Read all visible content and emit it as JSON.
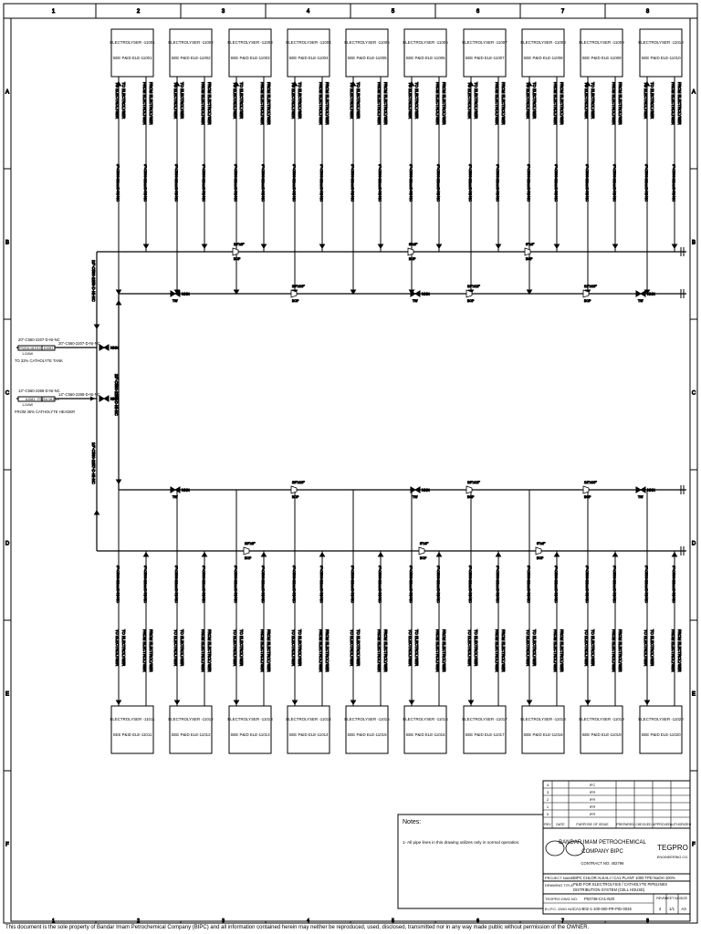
{
  "colors": {
    "line": "#000000",
    "paper": "#ffffff"
  },
  "border": {
    "columns": [
      "1",
      "2",
      "3",
      "4",
      "5",
      "6",
      "7",
      "8"
    ],
    "rows": [
      "A",
      "B",
      "C",
      "D",
      "E",
      "F"
    ]
  },
  "electrolysers_top": [
    {
      "tag": "ELECTROLYSER -11001",
      "ref": "SEE P&ID ELE-11001"
    },
    {
      "tag": "ELECTROLYSER -11002",
      "ref": "SEE P&ID ELE-11002"
    },
    {
      "tag": "ELECTROLYSER -11003",
      "ref": "SEE P&ID ELE-11003"
    },
    {
      "tag": "ELECTROLYSER -11004",
      "ref": "SEE P&ID ELE-11004"
    },
    {
      "tag": "ELECTROLYSER -11005",
      "ref": "SEE P&ID ELE-11005"
    },
    {
      "tag": "ELECTROLYSER -11006",
      "ref": "SEE P&ID ELE-11006"
    },
    {
      "tag": "ELECTROLYSER -11007",
      "ref": "SEE P&ID ELE-11007"
    },
    {
      "tag": "ELECTROLYSER -11008",
      "ref": "SEE P&ID ELE-11008"
    },
    {
      "tag": "ELECTROLYSER -11009",
      "ref": "SEE P&ID ELE-11009"
    },
    {
      "tag": "ELECTROLYSER -11010",
      "ref": "SEE P&ID ELE-11010"
    }
  ],
  "electrolysers_bottom": [
    {
      "tag": "ELECTROLYSER -11011",
      "ref": "SEE P&ID ELE-11011"
    },
    {
      "tag": "ELECTROLYSER -11012",
      "ref": "SEE P&ID ELE-11012"
    },
    {
      "tag": "ELECTROLYSER -11013",
      "ref": "SEE P&ID ELE-11013"
    },
    {
      "tag": "ELECTROLYSER -11014",
      "ref": "SEE P&ID ELE-11014"
    },
    {
      "tag": "ELECTROLYSER -11015",
      "ref": "SEE P&ID ELE-11015"
    },
    {
      "tag": "ELECTROLYSER -11016",
      "ref": "SEE P&ID ELE-11016"
    },
    {
      "tag": "ELECTROLYSER -11017",
      "ref": "SEE P&ID ELE-11017"
    },
    {
      "tag": "ELECTROLYSER -11018",
      "ref": "SEE P&ID ELE-11018"
    },
    {
      "tag": "ELECTROLYSER -11019",
      "ref": "SEE P&ID ELE-11019"
    },
    {
      "tag": "ELECTROLYSER -11020",
      "ref": "SEE P&ID ELE-11020"
    }
  ],
  "drop_labels": {
    "to": "TO ELECTROLYSER",
    "from": "FROM ELECTROLYSER",
    "to_tag": "3\"-C560-22xx-D-NI-NC",
    "from_tag": "6\"-C560-22xx-D-NI-NC"
  },
  "reducers": {
    "top": [
      "10\"x8\"",
      "8\"x6\"",
      "6\"x4\""
    ],
    "upper_mid": [
      "20\"x16\"",
      "16\"x12\"",
      "12\"x10\""
    ],
    "lower_mid": [
      "20\"x16\"",
      "16\"x12\"",
      "12\"x10\""
    ],
    "bottom": [
      "10\"x8\"",
      "8\"x6\"",
      "6\"x4\""
    ],
    "tag": "BOP"
  },
  "valve_tag": "NNN",
  "valve_sub": "TW",
  "header_vertical_upper": "10\"-C560-2258-D-NI-NC",
  "header_vertical_center": "20\"-C560-2256-D-NI-NC",
  "header_vertical_lower": "10\"-C560-2257-D-NI-NC",
  "inlet_1": {
    "line": "20\"-C560-2207-D-NI-NC",
    "line_right": "20\"-C560-2207-D-NI-NC",
    "box1": "FS216-18-D10",
    "box2": "A1081",
    "sub": "1-DAW",
    "dest": "TO 32% CATHOLYTE TANK"
  },
  "inlet_2": {
    "line": "14\"-C560-2369-D-NI-NC",
    "line_right": "14\"-C560-2369-D-NI-NC",
    "box1": "A1081",
    "box2": "FS216-18-D10",
    "sub": "1-DAW",
    "dest": "FROM 35% CATHOLYTE HEADER"
  },
  "notes": {
    "title": "Notes:",
    "items": [
      "1- All pipe lines in this drawing utilizes only in normal operation."
    ]
  },
  "revisions": [
    {
      "rev": "4",
      "date": "",
      "purpose": "IFC",
      "prep": "",
      "chk": "",
      "appr": ""
    },
    {
      "rev": "3",
      "date": "",
      "purpose": "IFR",
      "prep": "",
      "chk": "",
      "appr": ""
    },
    {
      "rev": "2",
      "date": "",
      "purpose": "IFR",
      "prep": "",
      "chk": "",
      "appr": ""
    },
    {
      "rev": "1",
      "date": "",
      "purpose": "IFR",
      "prep": "",
      "chk": "",
      "appr": ""
    },
    {
      "rev": "0",
      "date": "",
      "purpose": "IFR",
      "prep": "",
      "chk": "",
      "appr": ""
    }
  ],
  "revision_headers": [
    "REV",
    "DATE",
    "PURPOSE OF ISSUE",
    "PREPARED",
    "CHECKED",
    "APPROVED",
    "AUTHORIZED"
  ],
  "title_block": {
    "company": "BANDAR IMAM PETROCHEMICAL",
    "company2": "COMPANY BIPC",
    "contract": "CONTRACT NO: 402796",
    "contractor": "TEGPRO",
    "contractor_sub": "ENGINEERING CO.",
    "project_label": "PROJECT NAME",
    "project": "BIPC CHLOR ALKALI / CA1 PLANT 1000 TPD NaOH 100%",
    "title_label": "DRAWING TITLE",
    "title1": "P&ID FOR ELECTROLYSIS / CATHOLYTE PIPELINES",
    "title2": "DISTRIBUTION SYSTEM (CELL HOUSE)",
    "tdwg_label": "TEGPRO DWG NO.",
    "tdwg": "P02748-CA1-N20",
    "bdwg_label": "B.I.P.C. DWG NO.",
    "bdwg": "CA1-B02-1-100-000-PR-PID-0026",
    "rev_label": "REV",
    "rev": "4",
    "sheet_label": "SHEET NO.",
    "sheet": "1/1",
    "size_label": "SIZE",
    "size": "A3"
  },
  "footer": "This document is the sole property of Bandar Imam Petrochemical Company (BIPC) and all information contained herein may neither be reproduced, used, disclosed, transmitted nor in any way made public without permission of the OWNER."
}
